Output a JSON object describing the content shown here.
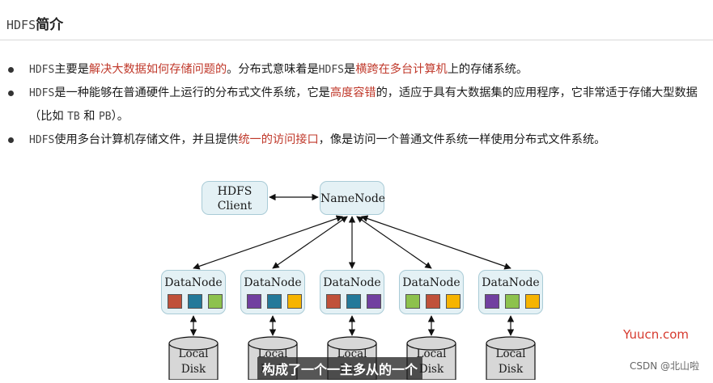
{
  "title": {
    "mono": "HDFS",
    "text": "简介"
  },
  "bullets": [
    {
      "parts": [
        {
          "text": "HDFS",
          "style": "mono"
        },
        {
          "text": "主要是",
          "style": "normal"
        },
        {
          "text": "解决大数据如何存储问题的",
          "style": "red"
        },
        {
          "text": "。分布式意味着是",
          "style": "normal"
        },
        {
          "text": "HDFS",
          "style": "mono"
        },
        {
          "text": "是",
          "style": "normal"
        },
        {
          "text": "横跨在多台计算机",
          "style": "red"
        },
        {
          "text": "上的存储系统。",
          "style": "normal"
        }
      ]
    },
    {
      "parts": [
        {
          "text": "HDFS",
          "style": "mono"
        },
        {
          "text": "是一种能够在普通硬件上运行的分布式文件系统，它是",
          "style": "normal"
        },
        {
          "text": "高度容错",
          "style": "red"
        },
        {
          "text": "的，适应于具有大数据集的应用程序，它非常适于存储大型数据（比如 ",
          "style": "normal"
        },
        {
          "text": "TB",
          "style": "mono"
        },
        {
          "text": " 和 ",
          "style": "normal"
        },
        {
          "text": "PB",
          "style": "mono"
        },
        {
          "text": "）。",
          "style": "normal"
        }
      ]
    },
    {
      "parts": [
        {
          "text": "HDFS",
          "style": "mono"
        },
        {
          "text": "使用多台计算机存储文件，并且提供",
          "style": "normal"
        },
        {
          "text": "统一的访问接口",
          "style": "red"
        },
        {
          "text": "，像是访问一个普通文件系统一样使用分布式文件系统。",
          "style": "normal"
        }
      ]
    }
  ],
  "diagram": {
    "client": {
      "line1": "HDFS",
      "line2": "Client"
    },
    "namenode": "NameNode",
    "datanodes": [
      {
        "label": "DataNode",
        "blocks": [
          "red",
          "teal",
          "green"
        ]
      },
      {
        "label": "DataNode",
        "blocks": [
          "purple",
          "teal",
          "yellow"
        ]
      },
      {
        "label": "DataNode",
        "blocks": [
          "red",
          "teal",
          "purple"
        ]
      },
      {
        "label": "DataNode",
        "blocks": [
          "green",
          "red",
          "yellow"
        ]
      },
      {
        "label": "DataNode",
        "blocks": [
          "purple",
          "green",
          "yellow"
        ]
      }
    ],
    "disk": {
      "line1": "Local",
      "line2": "Disk"
    }
  },
  "colors": {
    "red": "#c0513a",
    "teal": "#23799a",
    "green": "#8dc24d",
    "purple": "#7140a0",
    "yellow": "#f6b400"
  },
  "overlay": {
    "watermark": "Yuucn.com",
    "csdn": "CSDN @北山啦",
    "subtitle": "构成了一个一主多从的一个"
  }
}
